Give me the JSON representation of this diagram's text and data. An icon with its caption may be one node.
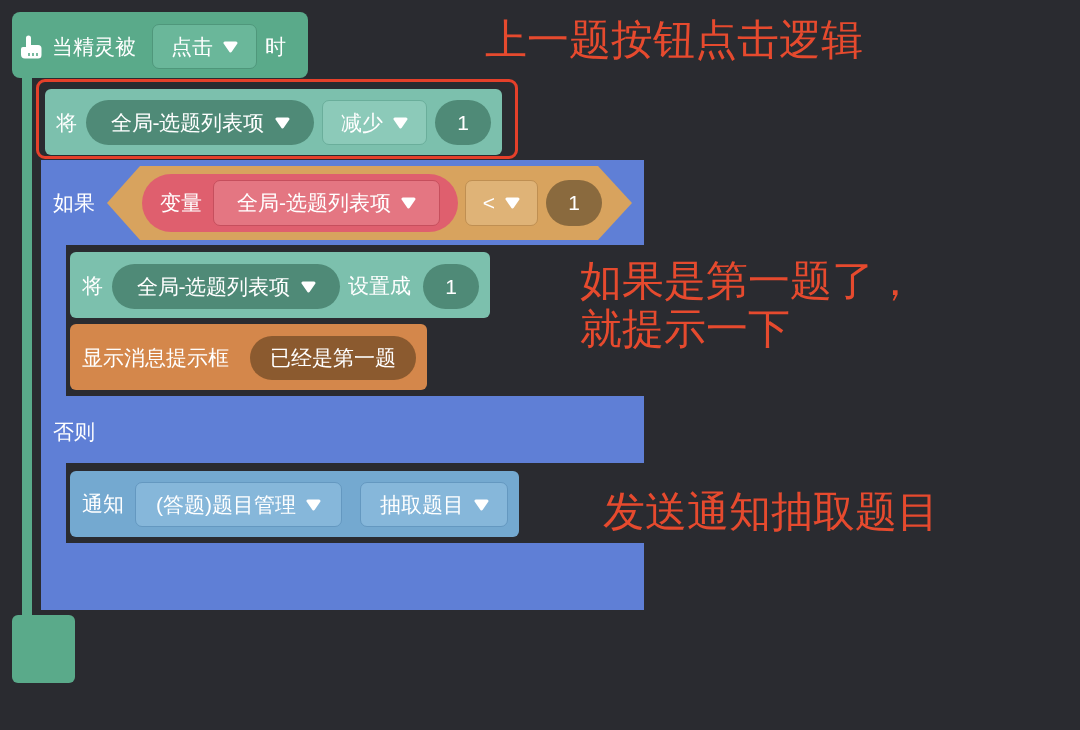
{
  "diagram": {
    "nodes": [
      {
        "text": [
          "当精灵被",
          "时"
        ]
      },
      {
        "text": [
          "点击"
        ],
        "in": 0
      },
      {
        "text": [],
        "shape": "box"
      },
      {
        "text": [
          "将"
        ],
        "in": 2
      },
      {
        "text": [
          "全局-选题列表项"
        ],
        "in": 3
      },
      {
        "text": [
          "减少"
        ],
        "in": 3
      },
      {
        "text": [
          "1"
        ],
        "in": 3
      },
      {
        "text": [
          "如果",
          "否则"
        ]
      },
      {
        "text": [],
        "shape": "hexagon",
        "in": 7
      },
      {
        "text": [
          "变量"
        ],
        "in": 8
      },
      {
        "text": [
          "全局-选题列表项"
        ],
        "in": 9
      },
      {
        "text": [
          "<"
        ],
        "in": 8
      },
      {
        "text": [
          "1"
        ],
        "in": 8
      },
      {
        "text": [
          "将",
          "设置成"
        ],
        "in": 7
      },
      {
        "text": [
          "全局-选题列表项"
        ],
        "in": 13
      },
      {
        "text": [
          "1"
        ],
        "in": 13
      },
      {
        "text": [
          "显示消息提示框"
        ],
        "in": 7
      },
      {
        "text": [
          "已经是第一题"
        ],
        "in": 16
      },
      {
        "text": [
          "通知"
        ],
        "in": 7
      },
      {
        "text": [
          "(答题)题目管理"
        ],
        "in": 18
      },
      {
        "text": [
          "抽取题目"
        ],
        "in": 18
      }
    ],
    "labels": [
      "上一题按钮点击逻辑",
      "如果是第一题了，就提示一下",
      "发送通知抽取题目"
    ]
  }
}
